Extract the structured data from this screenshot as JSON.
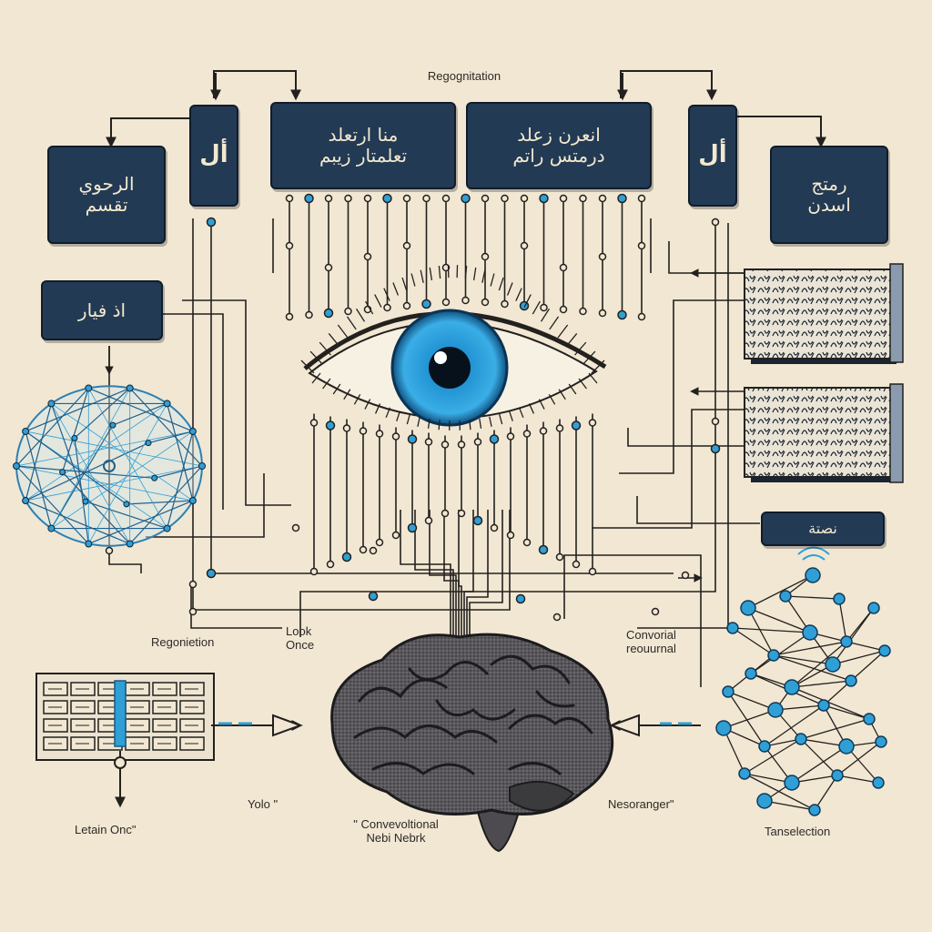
{
  "labels": {
    "top": "Regognitation",
    "left_mid": "Regonietion",
    "look_once": "Look\nOnce",
    "conv_recurrent": "Convorial\nreouurnal",
    "learn_once": "Letain Onc\"",
    "yolo": "Yolo \"",
    "cnn": "\" Convevoltional\nNebi Nebrk",
    "neuromanager": "Nesoranger\"",
    "translation": "Tanselection"
  },
  "boxes": {
    "box_left_top": "الرحوي\nتقسم",
    "box_alef_lam_left": "أل",
    "box_center_left": "منا ارتعلد\nتعلمتار زيبم",
    "box_center_right": "انعرن زعلد\nدرمتس راتم",
    "box_alef_lam_right": "أل",
    "box_right_top": "رمتج\nاسدن",
    "box_left_mid": "اذ فيار",
    "box_right_small": "نصتة"
  },
  "colors": {
    "background": "#f1e7d3",
    "box_fill": "#233a54",
    "box_text": "#f3e9cf",
    "line": "#23211e",
    "accent_blue": "#2f9fd6",
    "iris": "#1f8fd0",
    "brain": "#4d4b4f"
  },
  "icons": [
    "eye-icon",
    "brain-icon",
    "polyhedron-network-icon",
    "neural-graph-icon",
    "feature-map-icon",
    "sliding-window-icon",
    "wifi-signal-icon"
  ]
}
